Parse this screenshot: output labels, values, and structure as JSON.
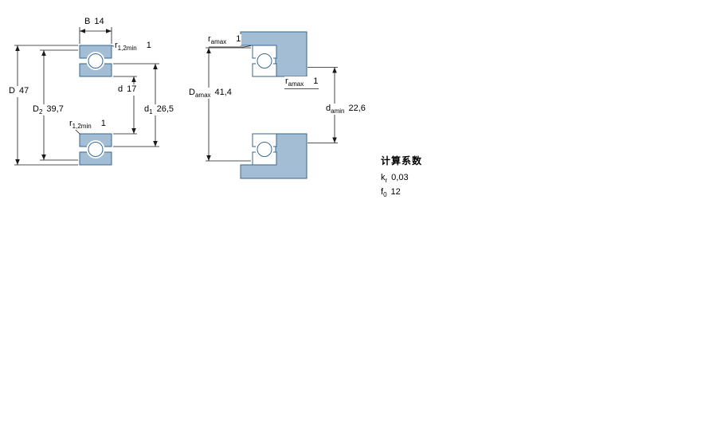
{
  "colors": {
    "part_fill": "#a3bdd4",
    "part_stroke": "#38678f",
    "dim_color": "#1a1a1a"
  },
  "labels": {
    "B": {
      "symbol": "B",
      "sub": "",
      "value": "14"
    },
    "r_top": {
      "symbol": "r",
      "sub": "1,2min",
      "value": "1"
    },
    "D": {
      "symbol": "D",
      "sub": "",
      "value": "47"
    },
    "D2": {
      "symbol": "D",
      "sub": "2",
      "value": "39,7"
    },
    "r_bottom": {
      "symbol": "r",
      "sub": "1,2min",
      "value": "1"
    },
    "d": {
      "symbol": "d",
      "sub": "",
      "value": "17"
    },
    "d1": {
      "symbol": "d",
      "sub": "1",
      "value": "26,5"
    },
    "ra_top": {
      "symbol": "r",
      "sub": "amax",
      "value": "1"
    },
    "Da": {
      "symbol": "D",
      "sub": "amax",
      "value": "41,4"
    },
    "ra_mid": {
      "symbol": "r",
      "sub": "amax",
      "value": "1"
    },
    "da": {
      "symbol": "d",
      "sub": "amin",
      "value": "22,6"
    }
  },
  "calc": {
    "title": "计算系数",
    "factors": [
      {
        "symbol": "k",
        "sub": "r",
        "value": "0,03"
      },
      {
        "symbol": "f",
        "sub": "0",
        "value": "12"
      }
    ]
  }
}
